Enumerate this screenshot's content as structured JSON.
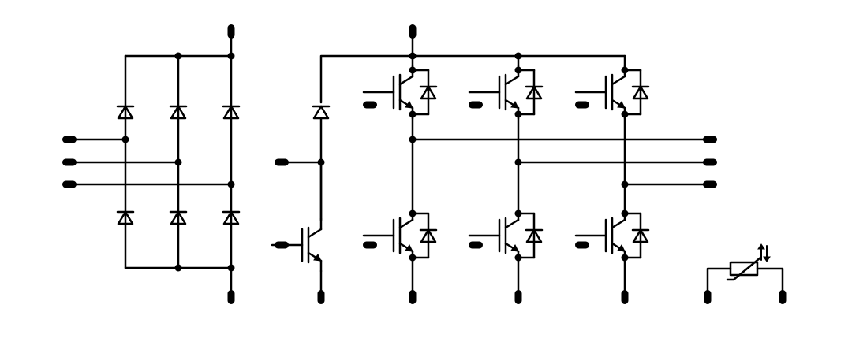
{
  "diagram": {
    "type": "power-module-schematic",
    "color": "#000000",
    "background": "#ffffff",
    "sections": [
      "three-phase-rectifier-bridge",
      "brake-chopper",
      "three-phase-igbt-inverter",
      "ntc-thermistor"
    ],
    "icons": {
      "diode": "diode-icon",
      "igbt": "igbt-icon",
      "thermistor": "ntc-thermistor-icon",
      "terminal": "terminal-pin-icon",
      "junction": "junction-dot-icon"
    }
  }
}
